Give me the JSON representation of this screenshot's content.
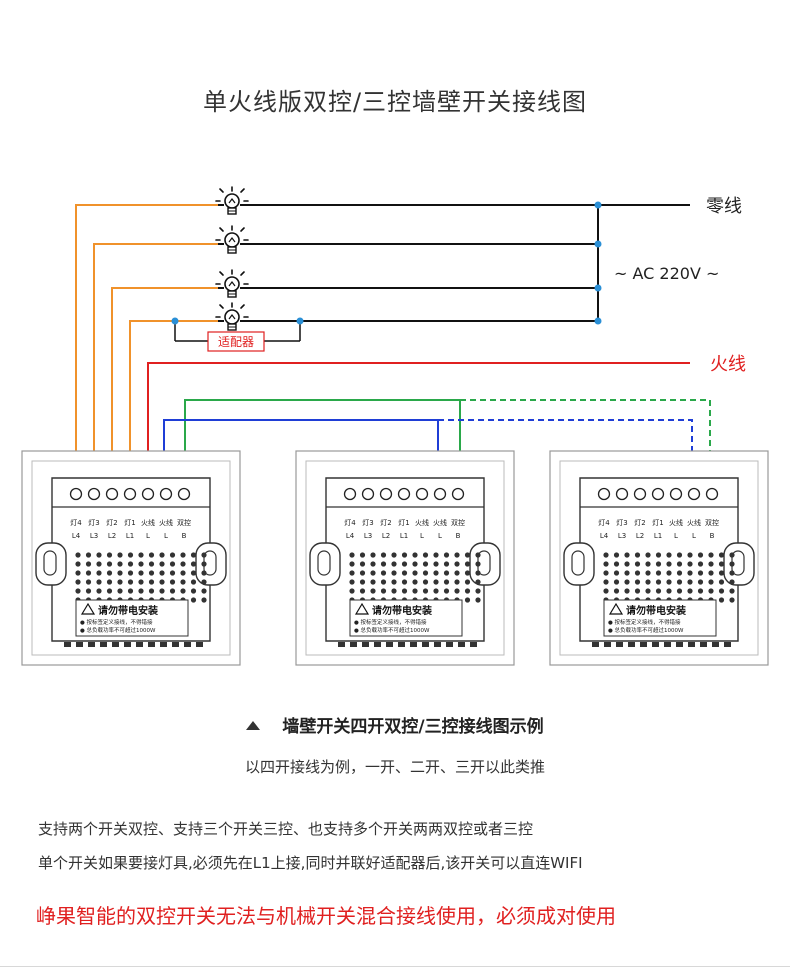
{
  "title": "单火线版双控/三控墙壁开关接线图",
  "labels": {
    "neutral": "零线",
    "ac": "~ AC 220V ~",
    "live": "火线",
    "adapter": "适配器"
  },
  "switch_panel": {
    "terminal_top": [
      "灯4",
      "灯3",
      "灯2",
      "灯1",
      "火线",
      "火线",
      "双控"
    ],
    "terminal_bottom": [
      "L4",
      "L3",
      "L2",
      "L1",
      "L",
      "L",
      "B"
    ],
    "warning_title": "请勿带电安装",
    "warning_line1": "● 按标签定义接线，不得错接",
    "warning_line2": "● 总负载功率不可超过1000W"
  },
  "caption": "墙壁开关四开双控/三控接线图示例",
  "subcaption": "以四开接线为例，一开、二开、三开以此类推",
  "desc1": "支持两个开关双控、支持三个开关三控、也支持多个开关两两双控或者三控",
  "desc2": "单个开关如果要接灯具,必须先在L1上接,同时并联好适配器后,该开关可以直连WIFI",
  "warning": "峥果智能的双控开关无法与机械开关混合接线使用，必须成对使用",
  "colors": {
    "lamp_wire": "#f0922b",
    "live_wire": "#e02020",
    "control_green": "#2aa84a",
    "control_blue": "#1f3ed6",
    "junction": "#2a8fd6",
    "neutral_wire": "#111111"
  }
}
